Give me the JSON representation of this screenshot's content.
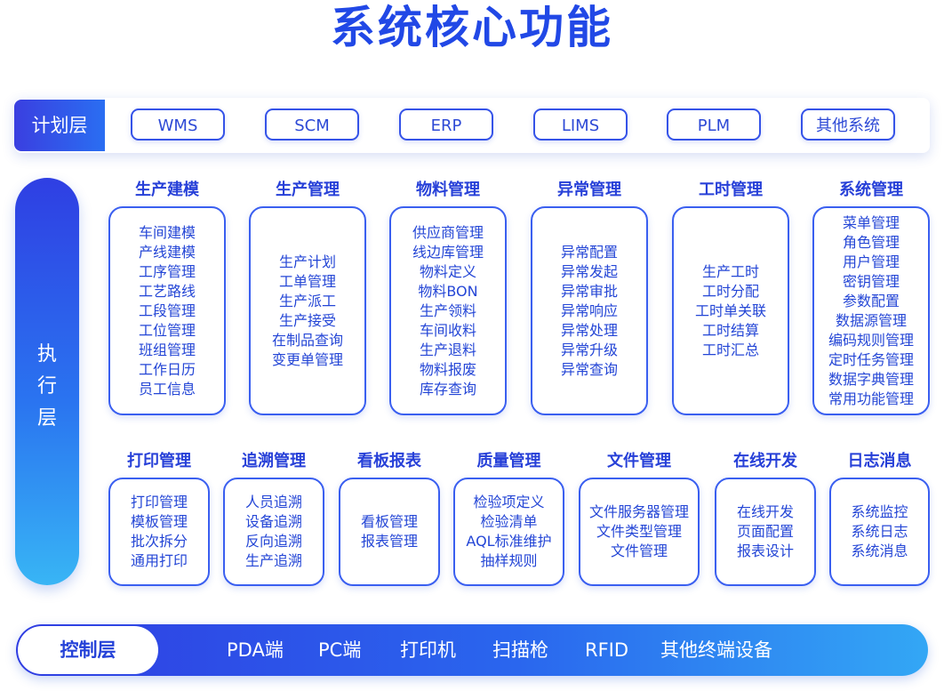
{
  "title": "系统核心功能",
  "plan_layer": {
    "label": "计划层",
    "items": [
      "WMS",
      "SCM",
      "ERP",
      "LIMS",
      "PLM",
      "其他系统"
    ]
  },
  "exec_layer": {
    "label_chars": [
      "执",
      "行",
      "层"
    ],
    "modules": [
      {
        "title": "生产建模",
        "items": [
          "车间建模",
          "产线建模",
          "工序管理",
          "工艺路线",
          "工段管理",
          "工位管理",
          "班组管理",
          "工作日历",
          "员工信息"
        ]
      },
      {
        "title": "生产管理",
        "items": [
          "生产计划",
          "工单管理",
          "生产派工",
          "生产接受",
          "在制品查询",
          "变更单管理"
        ]
      },
      {
        "title": "物料管理",
        "items": [
          "供应商管理",
          "线边库管理",
          "物料定义",
          "物料BON",
          "生产领料",
          "车间收料",
          "生产退料",
          "物料报废",
          "库存查询"
        ]
      },
      {
        "title": "异常管理",
        "items": [
          "异常配置",
          "异常发起",
          "异常审批",
          "异常响应",
          "异常处理",
          "异常升级",
          "异常查询"
        ]
      },
      {
        "title": "工时管理",
        "items": [
          "生产工时",
          "工时分配",
          "工时单关联",
          "工时结算",
          "工时汇总"
        ]
      },
      {
        "title": "系统管理",
        "items": [
          "菜单管理",
          "角色管理",
          "用户管理",
          "密钥管理",
          "参数配置",
          "数据源管理",
          "编码规则管理",
          "定时任务管理",
          "数据字典管理",
          "常用功能管理"
        ]
      },
      {
        "title": "打印管理",
        "items": [
          "打印管理",
          "模板管理",
          "批次拆分",
          "通用打印"
        ]
      },
      {
        "title": "追溯管理",
        "items": [
          "人员追溯",
          "设备追溯",
          "反向追溯",
          "生产追溯"
        ]
      },
      {
        "title": "看板报表",
        "items": [
          "看板管理",
          "报表管理"
        ]
      },
      {
        "title": "质量管理",
        "items": [
          "检验项定义",
          "检验清单",
          "AQL标准维护",
          "抽样规则"
        ]
      },
      {
        "title": "文件管理",
        "items": [
          "文件服务器管理",
          "文件类型管理",
          "文件管理"
        ]
      },
      {
        "title": "在线开发",
        "items": [
          "在线开发",
          "页面配置",
          "报表设计"
        ]
      },
      {
        "title": "日志消息",
        "items": [
          "系统监控",
          "系统日志",
          "系统消息"
        ]
      }
    ]
  },
  "control_layer": {
    "label": "控制层",
    "items": [
      "PDA端",
      "PC端",
      "打印机",
      "扫描枪",
      "RFID",
      "其他终端设备"
    ]
  }
}
